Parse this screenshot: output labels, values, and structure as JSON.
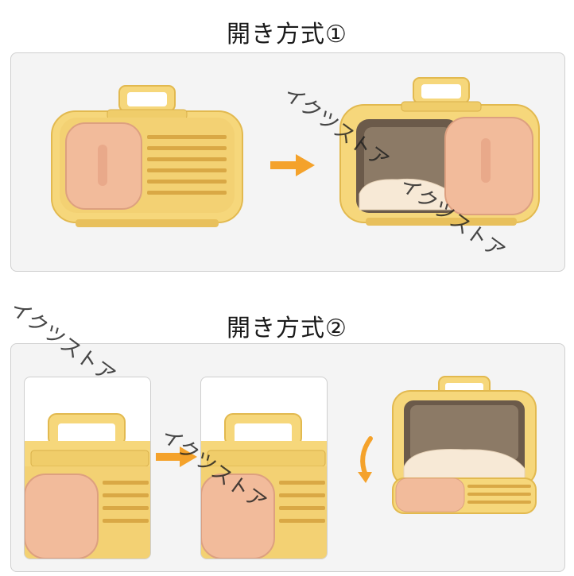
{
  "section1": {
    "title": "開き方式①"
  },
  "section2": {
    "title": "開き方式②"
  },
  "watermark": {
    "text": "イクツストア"
  },
  "colors": {
    "carrier_yellow": "#f6d77b",
    "door_pink": "#f2bb9b",
    "arrow_orange": "#f4a22b",
    "cushion": "#f7e9d6"
  },
  "icons": {
    "arrow": "right-arrow-icon",
    "rotate": "curved-arrow-down-icon"
  }
}
